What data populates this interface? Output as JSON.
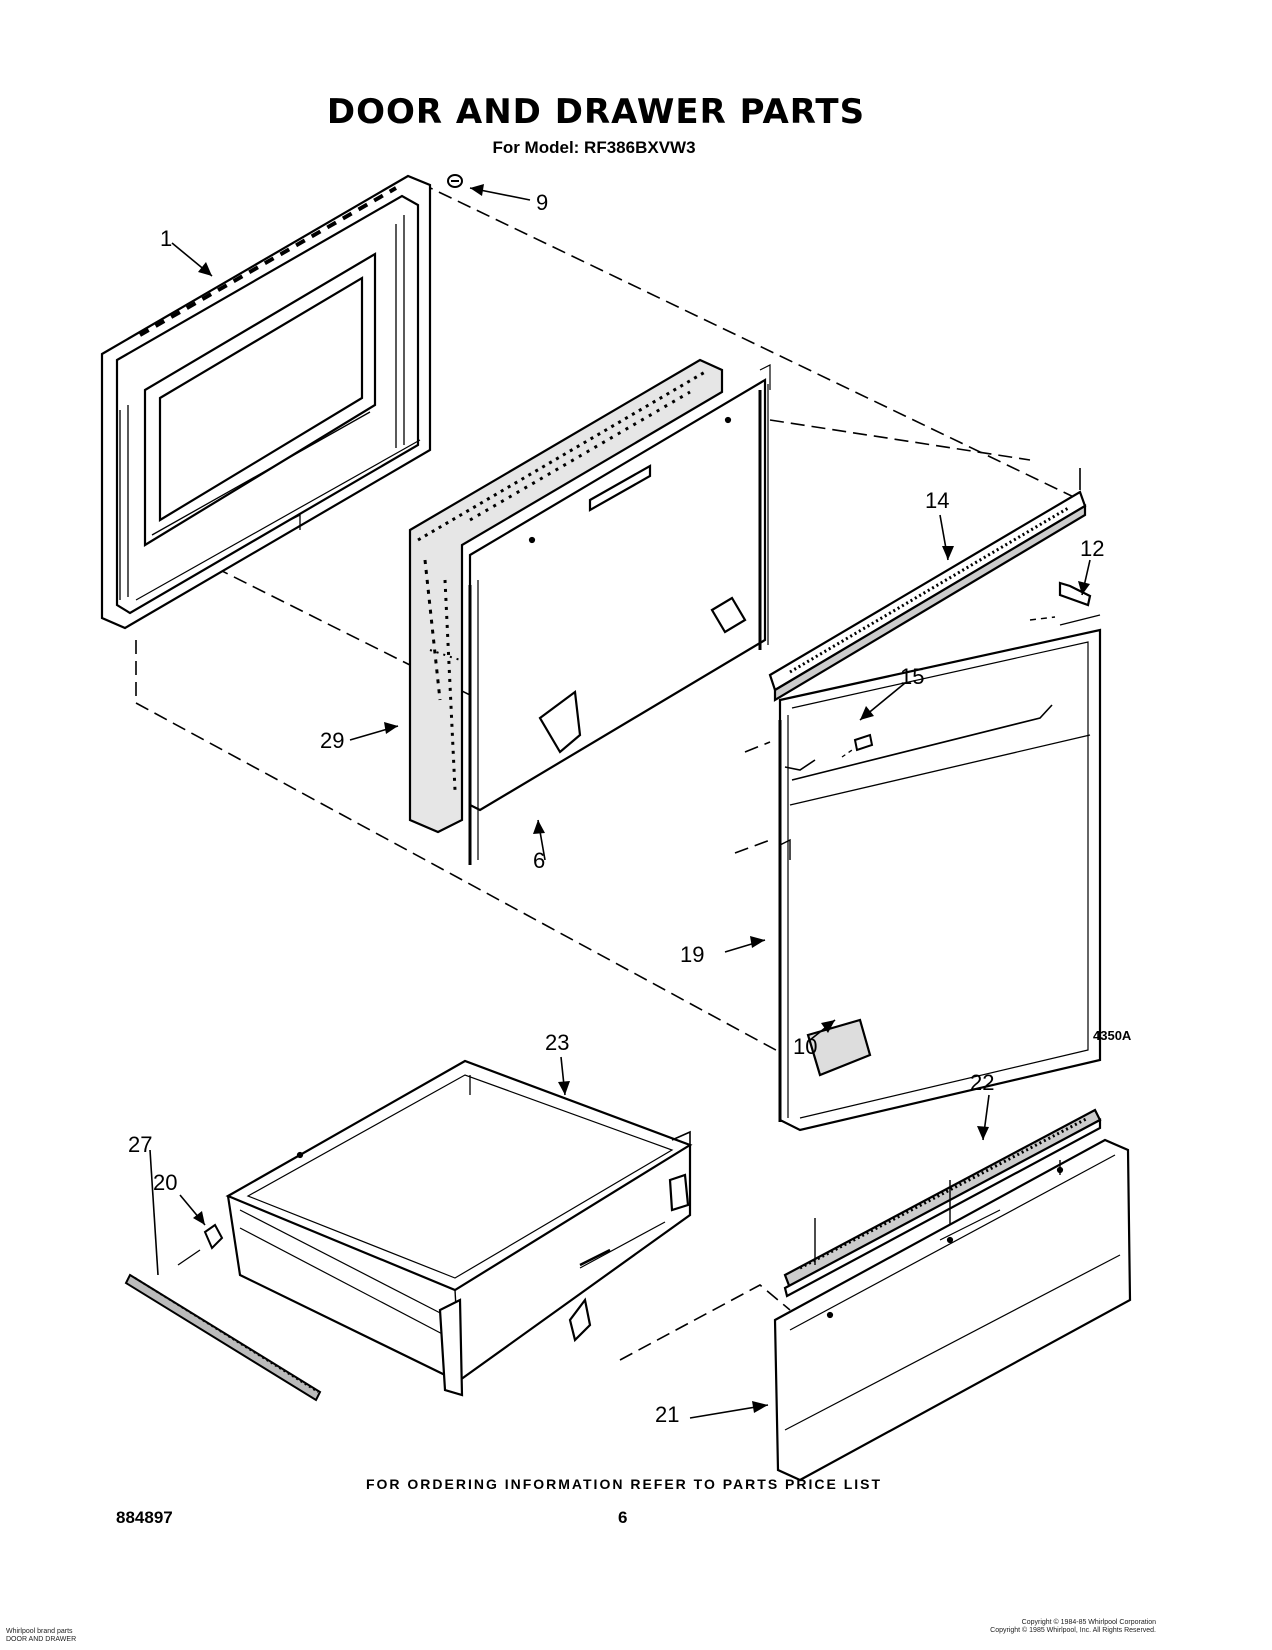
{
  "header": {
    "title": "DOOR AND DRAWER PARTS",
    "subtitle": "For Model: RF386BXVW3"
  },
  "figure_code": "4350A",
  "callouts": [
    {
      "id": "c1",
      "label": "1"
    },
    {
      "id": "c9",
      "label": "9"
    },
    {
      "id": "c14",
      "label": "14"
    },
    {
      "id": "c12",
      "label": "12"
    },
    {
      "id": "c15",
      "label": "15"
    },
    {
      "id": "c29",
      "label": "29"
    },
    {
      "id": "c6",
      "label": "6"
    },
    {
      "id": "c19",
      "label": "19"
    },
    {
      "id": "c10",
      "label": "10"
    },
    {
      "id": "c23",
      "label": "23"
    },
    {
      "id": "c22",
      "label": "22"
    },
    {
      "id": "c27",
      "label": "27"
    },
    {
      "id": "c20",
      "label": "20"
    },
    {
      "id": "c21",
      "label": "21"
    }
  ],
  "footer": {
    "note": "FOR ORDERING INFORMATION REFER TO PARTS PRICE LIST",
    "doc_number": "884897",
    "page_number": "6",
    "left_fine_print": [
      "Whirlpool brand parts",
      "DOOR AND DRAWER"
    ],
    "right_fine_print": [
      "Copyright © 1984-85 Whirlpool Corporation",
      "Copyright © 1985 Whirlpool, Inc. All Rights Reserved."
    ]
  }
}
